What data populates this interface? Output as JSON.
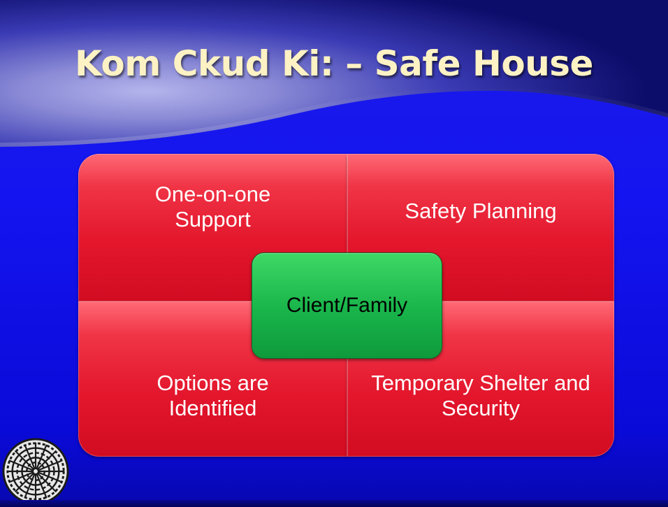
{
  "slide": {
    "title": "Kom Ckud Ki: – Safe House"
  },
  "quadrants": {
    "top_left": "One-on-one Support",
    "top_right": "Safety Planning",
    "bottom_left": "Options are Identified",
    "bottom_right": "Temporary Shelter and Security"
  },
  "center": {
    "label": "Client/Family"
  },
  "colors": {
    "background": "#1414f0",
    "title_text": "#fdf2c4",
    "quadrant_fill": "#e3162c",
    "center_fill": "#18b44a"
  },
  "icons": {
    "seal": "man-in-the-maze-basket-icon"
  }
}
